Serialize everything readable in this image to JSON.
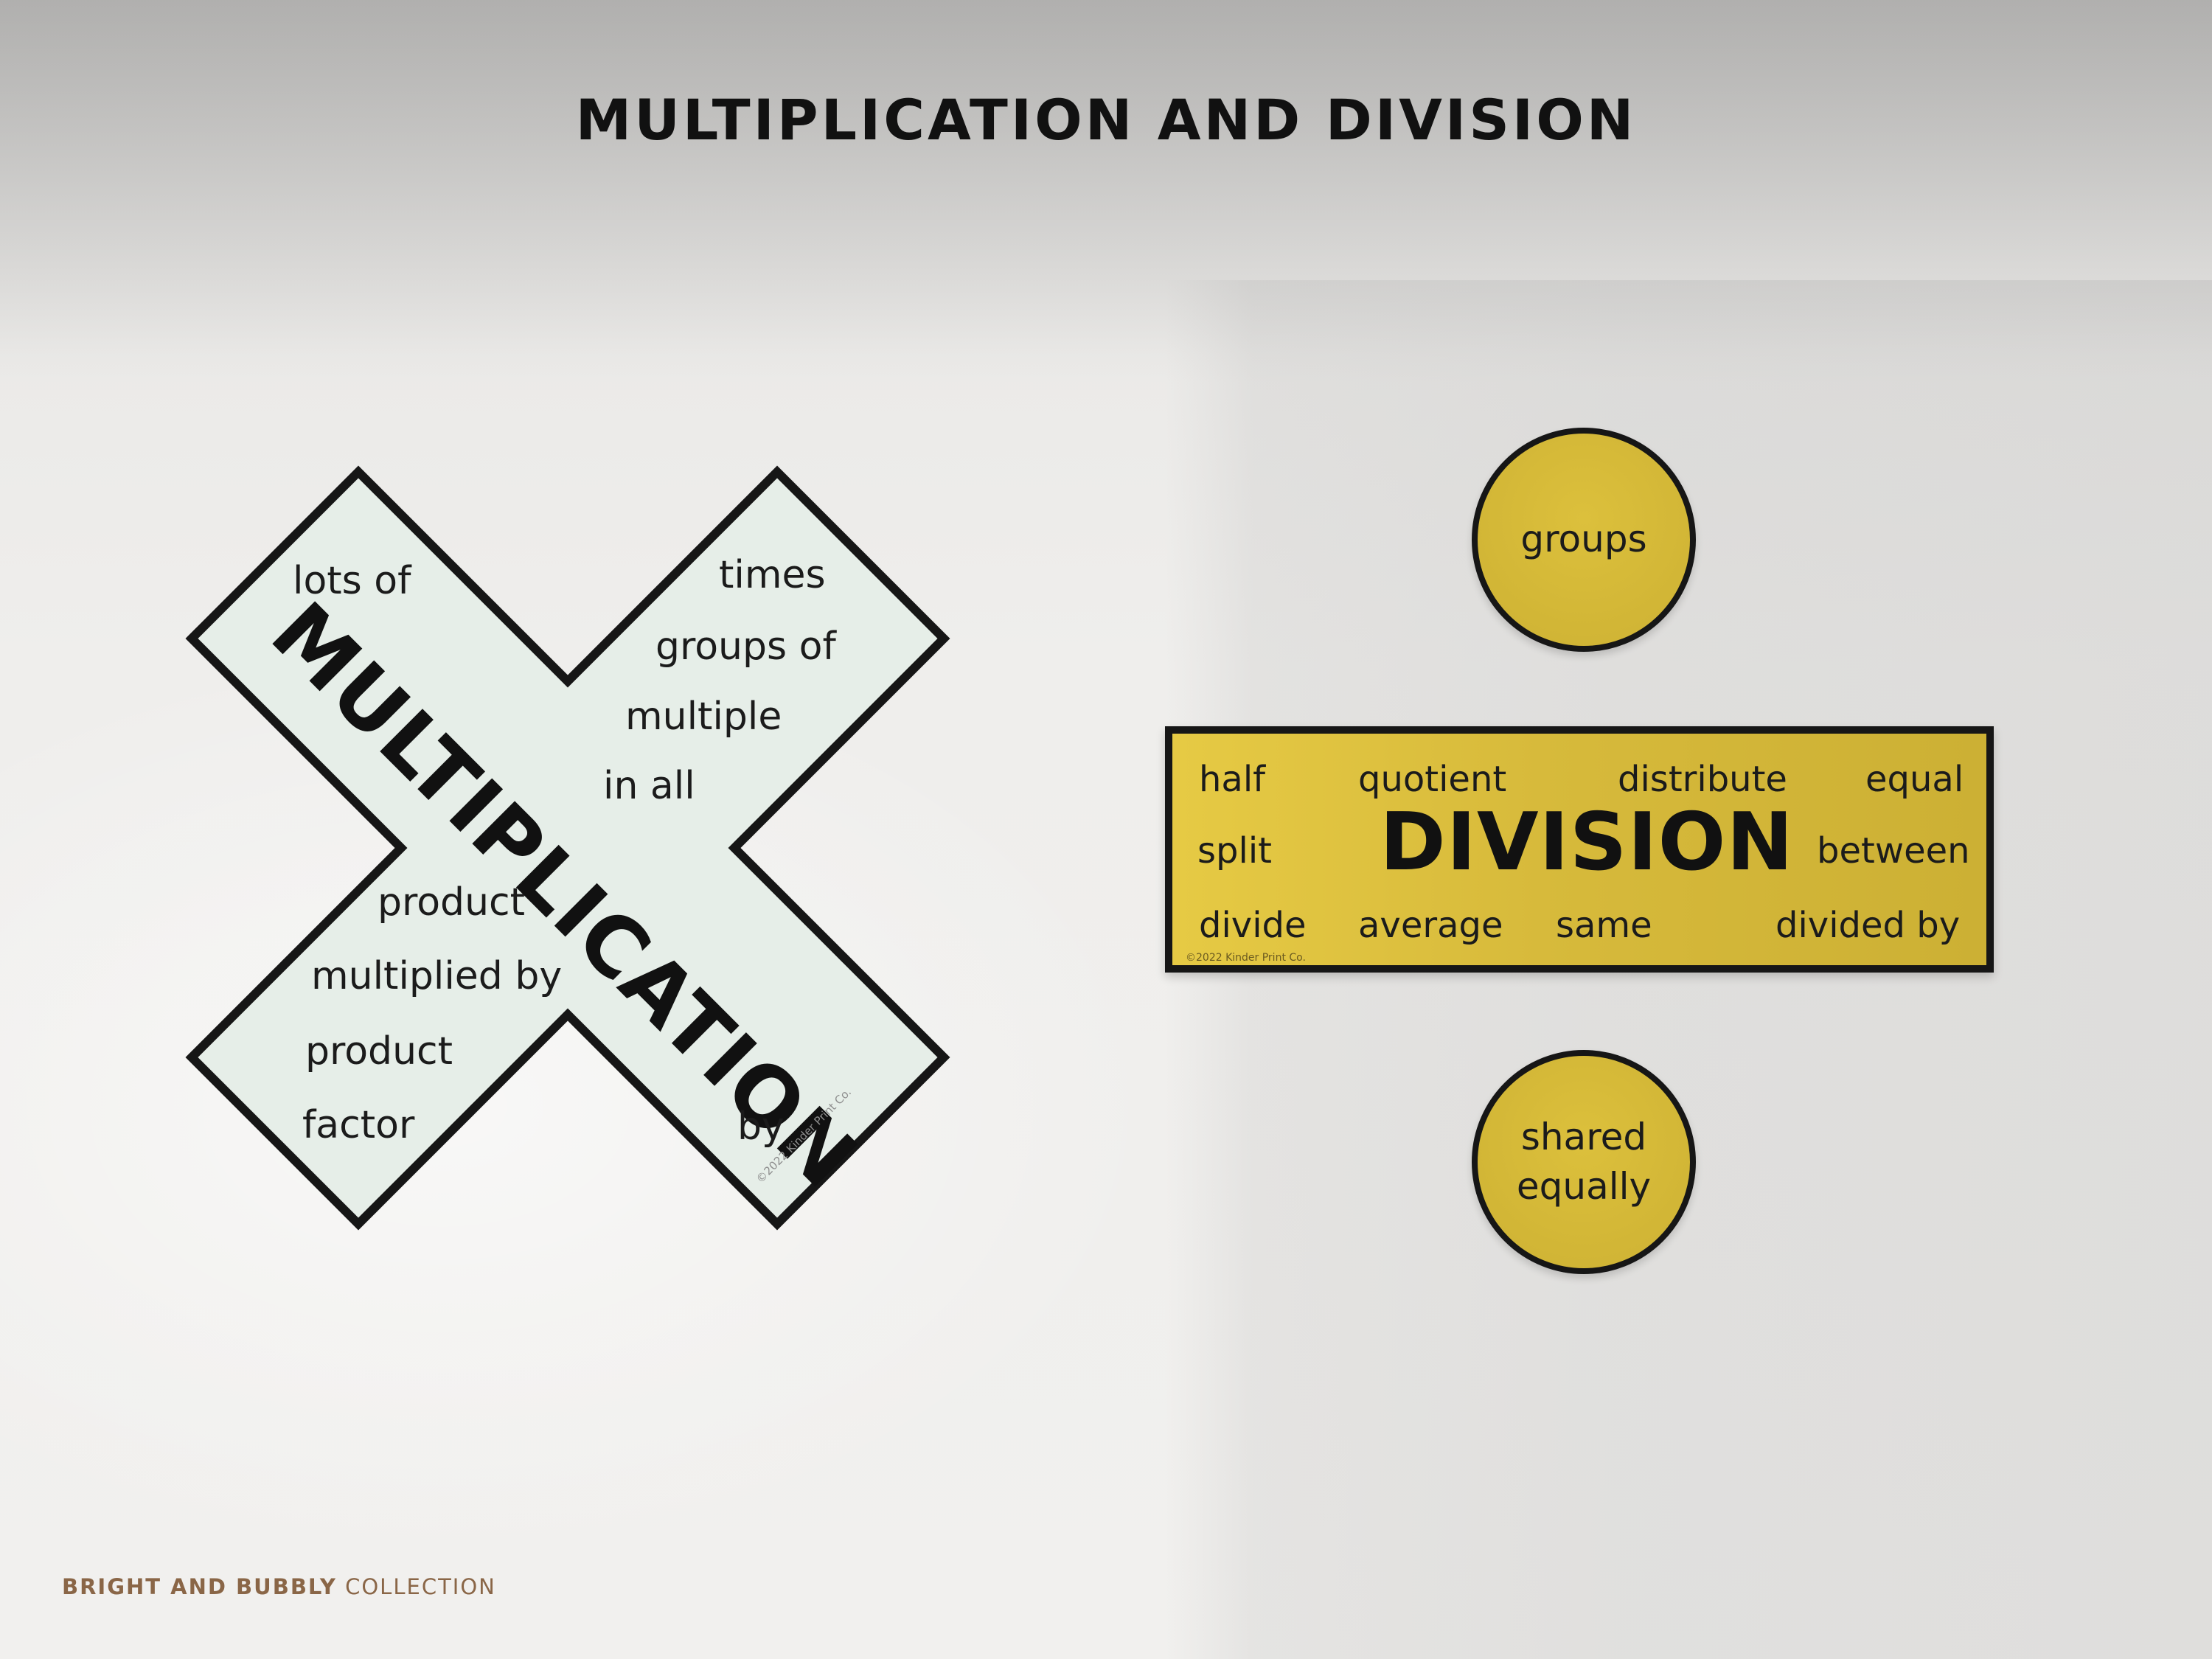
{
  "page": {
    "title": "MULTIPLICATION AND DIVISION",
    "footer_strong": "BRIGHT AND BUBBLY",
    "footer_rest": " COLLECTION"
  },
  "multiplication": {
    "heading": "MULTIPLICATION",
    "words": {
      "lots_of": "lots of",
      "times": "times",
      "groups_of": "groups of",
      "multiple": "multiple",
      "in_all": "in all",
      "product_1": "product",
      "multiplied_by": "multiplied by",
      "product_2": "product",
      "factor": "factor",
      "by": "by"
    },
    "copyright": "©2022 Kinder Print Co.",
    "fill": "#e6eee8",
    "border": "#161616"
  },
  "division": {
    "heading": "DIVISION",
    "circle_top": "groups",
    "circle_bottom_line1": "shared",
    "circle_bottom_line2": "equally",
    "words": {
      "half": "half",
      "quotient": "quotient",
      "distribute": "distribute",
      "equal": "equal",
      "split": "split",
      "between": "between",
      "divide": "divide",
      "average": "average",
      "same": "same",
      "divided_by": "divided by"
    },
    "copyright": "©2022 Kinder Print Co.",
    "fill": "#d7ba3b",
    "border": "#161616"
  }
}
